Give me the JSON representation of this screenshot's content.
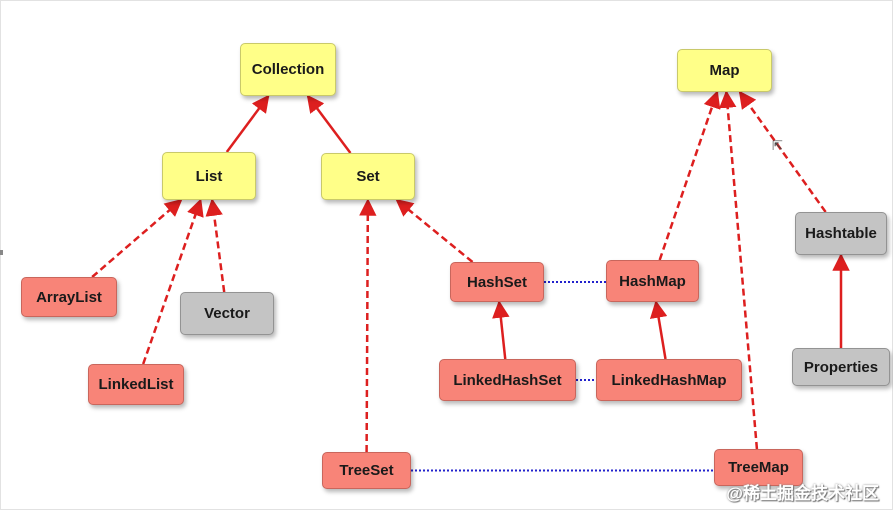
{
  "nodes": {
    "collection": "Collection",
    "list": "List",
    "set": "Set",
    "map": "Map",
    "arraylist": "ArrayList",
    "vector": "Vector",
    "linkedlist": "LinkedList",
    "hashset": "HashSet",
    "hashmap": "HashMap",
    "linkedhashset": "LinkedHashSet",
    "linkedhashmap": "LinkedHashMap",
    "treeset": "TreeSet",
    "treemap": "TreeMap",
    "hashtable": "Hashtable",
    "properties": "Properties"
  },
  "edges": [
    {
      "from": "list",
      "to": "collection",
      "style": "solid"
    },
    {
      "from": "set",
      "to": "collection",
      "style": "solid"
    },
    {
      "from": "arraylist",
      "to": "list",
      "style": "dashed"
    },
    {
      "from": "linkedlist",
      "to": "list",
      "style": "dashed"
    },
    {
      "from": "vector",
      "to": "list",
      "style": "dashed"
    },
    {
      "from": "hashset",
      "to": "set",
      "style": "dashed"
    },
    {
      "from": "treeset",
      "to": "set",
      "style": "dashed"
    },
    {
      "from": "linkedhashset",
      "to": "hashset",
      "style": "solid"
    },
    {
      "from": "hashmap",
      "to": "map",
      "style": "dashed"
    },
    {
      "from": "treemap",
      "to": "map",
      "style": "dashed"
    },
    {
      "from": "hashtable",
      "to": "map",
      "style": "dashed"
    },
    {
      "from": "linkedhashmap",
      "to": "hashmap",
      "style": "solid"
    },
    {
      "from": "properties",
      "to": "hashtable",
      "style": "solid"
    }
  ],
  "links": [
    {
      "from": "hashset",
      "to": "hashmap"
    },
    {
      "from": "linkedhashset",
      "to": "linkedhashmap"
    },
    {
      "from": "treeset",
      "to": "treemap"
    }
  ],
  "colors": {
    "interface": "#ffff88",
    "implementation": "#f88478",
    "legacy": "#c4c4c4",
    "arrow": "#dd1f1f",
    "link": "#2222cc"
  },
  "watermark": "@稀土掘金技术社区"
}
